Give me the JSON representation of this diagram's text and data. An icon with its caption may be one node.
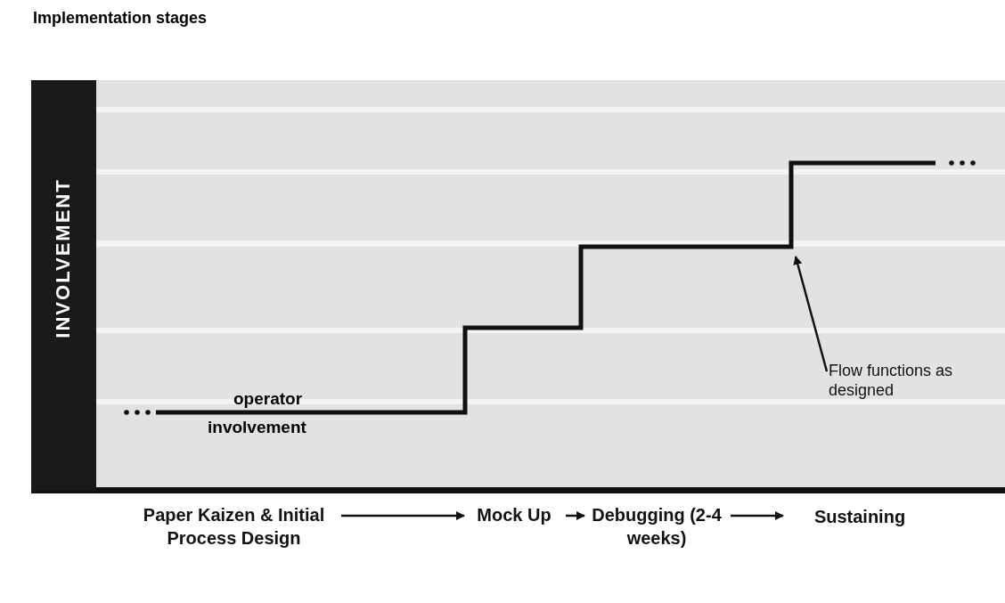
{
  "diagram": {
    "title": "Implementation stages",
    "nodes": [
      {
        "text": [
          "INVOLVEMENT"
        ]
      },
      {
        "text": [
          "Paper Kaizen & Initial Process Design"
        ]
      },
      {
        "text": [
          "Mock Up"
        ]
      },
      {
        "text": [
          "Debugging (2-4 weeks)"
        ]
      },
      {
        "text": [
          "Sustaining"
        ]
      },
      {
        "text": [
          "Flow functions as designed"
        ]
      }
    ],
    "edges": [
      {
        "from": 1,
        "to": 2,
        "arrow": "to"
      },
      {
        "from": 2,
        "to": 3,
        "arrow": "to"
      },
      {
        "from": 3,
        "to": 4,
        "arrow": "to"
      },
      {
        "from": 5,
        "to": null,
        "arrow": "to"
      }
    ],
    "labels": [
      "operator",
      "involvement"
    ]
  }
}
